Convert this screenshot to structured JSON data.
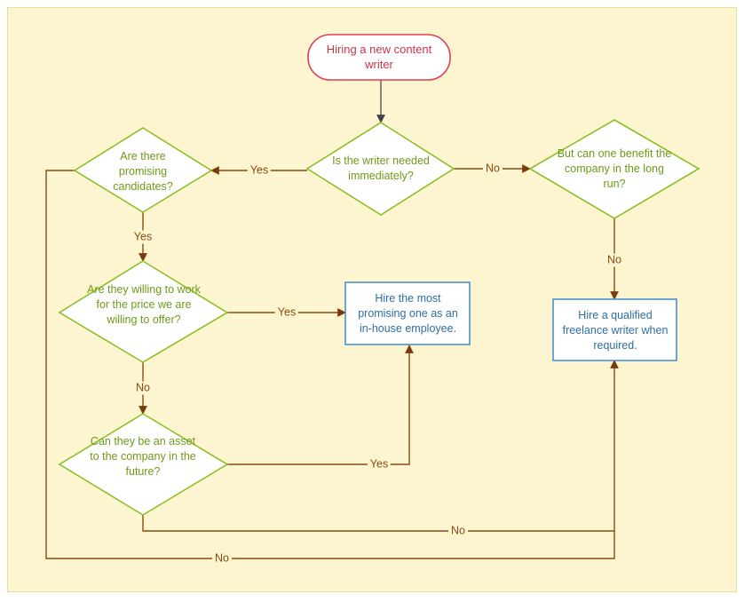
{
  "diagram": {
    "start": {
      "text": "Hiring a new content writer"
    },
    "decisions": {
      "needed_immediately": "Is the writer needed  immediately?",
      "promising_candidates": "Are there promising candidates?",
      "willing_price": "Are they willing to work for the price  we are willing to offer?",
      "future_asset": "Can they be an asset to the company  in the future?",
      "long_run": "But can one benefit the company  in the long run?"
    },
    "processes": {
      "hire_inhouse": "Hire the most promising one as an in-house employee.",
      "hire_freelance": "Hire a qualified freelance writer when required."
    },
    "edge_labels": {
      "yes_candidates": "Yes",
      "no_long_run": "No",
      "yes_willing": "Yes",
      "no_to_freelance": "No",
      "yes_inhouse": "Yes",
      "no_future": "No",
      "yes_future": "Yes",
      "no_bottom": "No",
      "no_candidates": "No"
    },
    "colors": {
      "background": "#fdf5cf",
      "start_stroke": "#e23b55",
      "start_text": "#c8354a",
      "decision_stroke": "#8cbf26",
      "decision_text": "#6e9a17",
      "process_stroke": "#4a8fd1",
      "process_text": "#2e6ea3",
      "connector": "#8a4a14",
      "first_arrow": "#444444"
    }
  }
}
